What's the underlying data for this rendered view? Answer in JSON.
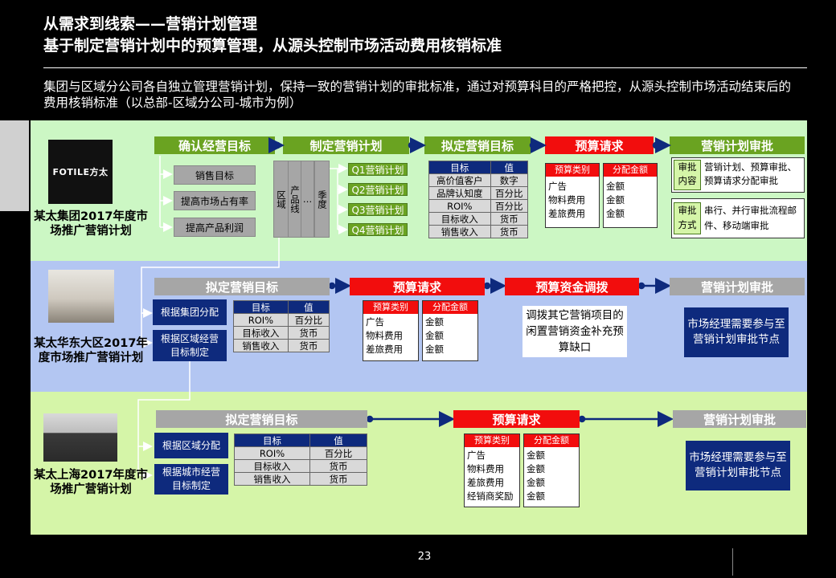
{
  "header": {
    "title_line1": "从需求到线索——营销计划管理",
    "title_line2": "基于制定营销计划中的预算管理，从源头控制市场活动费用核销标准",
    "intro": "集团与区域分公司各自独立管理营销计划，保持一致的营销计划的审批标准，通过对预算科目的严格把控，从源头控制市场活动结束后的费用核销标准（以总部-区域分公司-城市为例）"
  },
  "colors": {
    "green_band": "#ccf7c4",
    "blue_band": "#b3c6f2",
    "lime_band": "#d5f5a8",
    "stage_green": "#6aa321",
    "stage_red": "#f20d0d",
    "stage_gray": "#a6a6a6",
    "navy": "#0e2a7d"
  },
  "group": {
    "logo_text": "FOTILE方太",
    "name": "某太集团2017年度市场推广营销计划",
    "stages": [
      "确认经营目标",
      "制定营销计划",
      "拟定营销目标",
      "预算请求",
      "营销计划审批"
    ],
    "goals": [
      "销售目标",
      "提高市场占有率",
      "提高产品利润"
    ],
    "dims": [
      "区域",
      "产品线",
      "…",
      "季度"
    ],
    "quarters": [
      "Q1营销计划",
      "Q2营销计划",
      "Q3营销计划",
      "Q4营销计划"
    ],
    "target_table": {
      "headers": [
        "目标",
        "值"
      ],
      "rows": [
        [
          "高价值客户",
          "数字"
        ],
        [
          "品牌认知度",
          "百分比"
        ],
        [
          "ROI%",
          "百分比"
        ],
        [
          "目标收入",
          "货币"
        ],
        [
          "销售收入",
          "货币"
        ]
      ]
    },
    "budget": {
      "cat_header": "预算类别",
      "cats": [
        "广告",
        "物料费用",
        "差旅费用"
      ],
      "amt_header": "分配金额",
      "amts": [
        "金额",
        "金额",
        "金额"
      ]
    },
    "approval": [
      {
        "label": "审批内容",
        "text": "营销计划、预算审批、预算请求分配审批"
      },
      {
        "label": "审批方式",
        "text": "串行、并行审批流程邮件、移动端审批"
      }
    ]
  },
  "region": {
    "name": "某太华东大区2017年度市场推广营销计划",
    "stages": [
      "拟定营销目标",
      "预算请求",
      "预算资金调拨",
      "营销计划审批"
    ],
    "sources": [
      "根据集团分配",
      "根据区域经营目标制定"
    ],
    "target_table": {
      "headers": [
        "目标",
        "值"
      ],
      "rows": [
        [
          "ROI%",
          "百分比"
        ],
        [
          "目标收入",
          "货币"
        ],
        [
          "销售收入",
          "货币"
        ]
      ]
    },
    "budget": {
      "cat_header": "预算类别",
      "cats": [
        "广告",
        "物料费用",
        "差旅费用"
      ],
      "amt_header": "分配金额",
      "amts": [
        "金额",
        "金额",
        "金额"
      ]
    },
    "transfer_note": "调拨其它营销项目的闲置营销资金补充预算缺口",
    "approval_note": "市场经理需要参与至营销计划审批节点"
  },
  "city": {
    "name": "某太上海2017年度市场推广营销计划",
    "stages": [
      "拟定营销目标",
      "预算请求",
      "营销计划审批"
    ],
    "sources": [
      "根据区域分配",
      "根据城市经营目标制定"
    ],
    "target_table": {
      "headers": [
        "目标",
        "值"
      ],
      "rows": [
        [
          "ROI%",
          "百分比"
        ],
        [
          "目标收入",
          "货币"
        ],
        [
          "销售收入",
          "货币"
        ]
      ]
    },
    "budget": {
      "cat_header": "预算类别",
      "cats": [
        "广告",
        "物料费用",
        "差旅费用",
        "经销商奖励"
      ],
      "amt_header": "分配金额",
      "amts": [
        "金额",
        "金额",
        "金额",
        "金额"
      ]
    },
    "approval_note": "市场经理需要参与至营销计划审批节点"
  },
  "footer": {
    "page_number": "23"
  }
}
